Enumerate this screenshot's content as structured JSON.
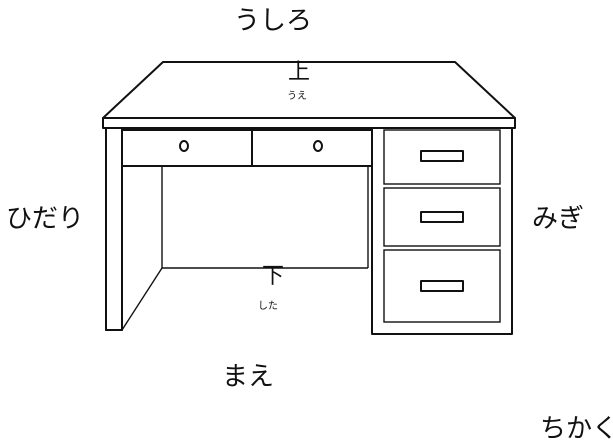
{
  "labels": {
    "back": "うしろ",
    "left": "ひだり",
    "right": "みぎ",
    "front": "まえ",
    "near": "ちかく",
    "top": "上",
    "top_reading": "うえ",
    "under": "下",
    "under_reading": "した"
  },
  "colors": {
    "line": "#111111",
    "background": "#ffffff"
  }
}
